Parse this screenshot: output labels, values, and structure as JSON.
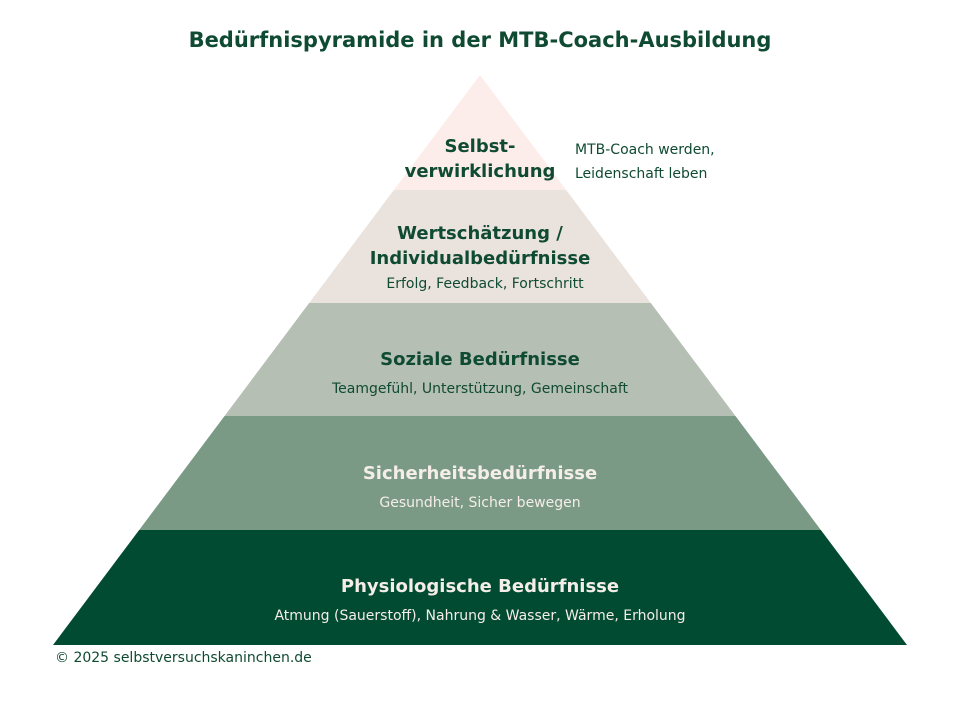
{
  "title": "Bedürfnispyramide in der MTB-Coach-Ausbildung",
  "levels": [
    {
      "heading_lines": [
        "Selbst-",
        "verwirklichung"
      ],
      "detail": "",
      "color": "#fdedea",
      "text_color": "#0f4a32"
    },
    {
      "heading_lines": [
        "Wertschätzung /",
        "Individualbedürfnisse"
      ],
      "detail": "Erfolg, Feedback, Fortschritt",
      "color": "#eae2dc",
      "text_color": "#0f4a32"
    },
    {
      "heading_lines": [
        "Soziale Bedürfnisse"
      ],
      "detail": "Teamgefühl, Unterstützung, Gemeinschaft",
      "color": "#b6bfb3",
      "text_color": "#0f4a32"
    },
    {
      "heading_lines": [
        "Sicherheitsbedürfnisse"
      ],
      "detail": "Gesundheit, Sicher bewegen",
      "color": "#7a9a86",
      "text_color": "#f5ede8"
    },
    {
      "heading_lines": [
        "Physiologische Bedürfnisse"
      ],
      "detail": "Atmung (Sauerstoff), Nahrung & Wasser, Wärme, Erholung",
      "color": "#024b33",
      "text_color": "#f5ede8"
    }
  ],
  "side_note": [
    "MTB-Coach werden,",
    "Leidenschaft leben"
  ],
  "footer": "© 2025 selbstversuchskaninchen.de"
}
